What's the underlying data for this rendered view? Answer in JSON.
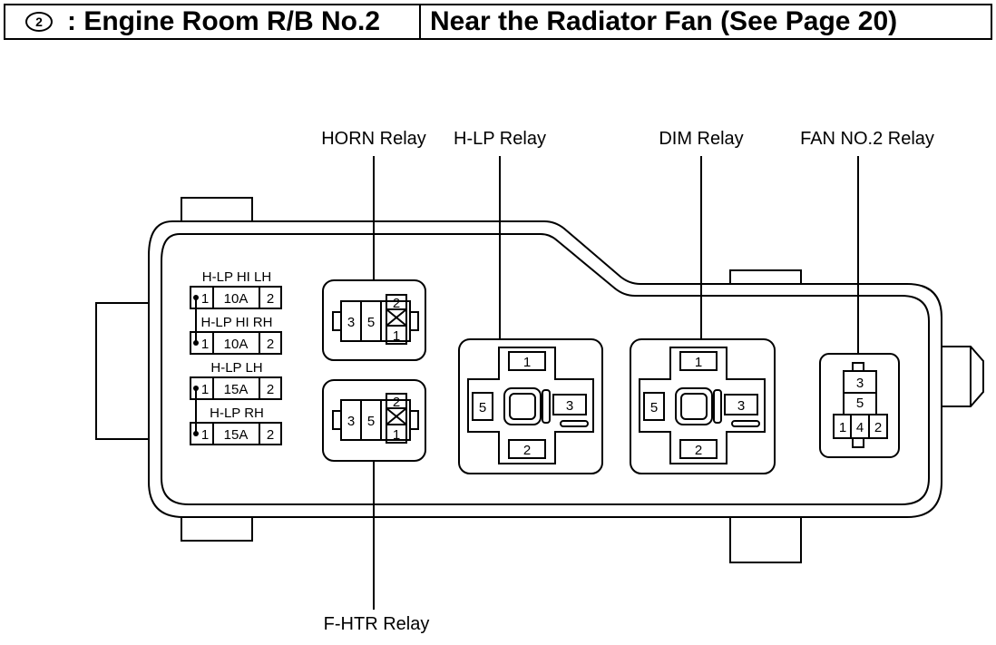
{
  "header": {
    "number": "2",
    "title": ": Engine Room R/B No.2",
    "location": "Near the Radiator Fan (See Page 20)"
  },
  "relays": {
    "horn": "HORN Relay",
    "hlp": "H-LP Relay",
    "dim": "DIM Relay",
    "fan2": "FAN NO.2 Relay",
    "fhtr": "F-HTR Relay"
  },
  "fuses": [
    {
      "label": "H-LP HI LH",
      "pin_left": "1",
      "amp": "10A",
      "pin_right": "2"
    },
    {
      "label": "H-LP HI RH",
      "pin_left": "1",
      "amp": "10A",
      "pin_right": "2"
    },
    {
      "label": "H-LP LH",
      "pin_left": "1",
      "amp": "15A",
      "pin_right": "2"
    },
    {
      "label": "H-LP RH",
      "pin_left": "1",
      "amp": "15A",
      "pin_right": "2"
    }
  ],
  "small_relay_pins": {
    "a": "3",
    "b": "5",
    "top": "2",
    "bottom": "1"
  },
  "large_relay_pins": {
    "top": "1",
    "left": "5",
    "right": "3",
    "bottom": "2"
  },
  "fan_relay_pins": {
    "top": "3",
    "mid": "5",
    "b1": "1",
    "b2": "4",
    "b3": "2"
  }
}
